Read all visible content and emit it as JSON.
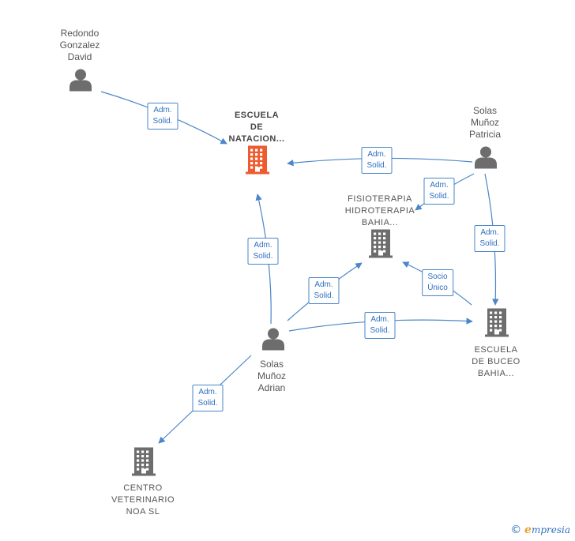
{
  "colors": {
    "edge": "#4a86c8",
    "person": "#6d6d6d",
    "company": "#6d6d6d",
    "main_company": "#ee5b2f",
    "brand": "#e8a32a"
  },
  "nodes": {
    "redondo": {
      "label": "Redondo\nGonzalez\nDavid",
      "type": "person"
    },
    "patricia": {
      "label": "Solas\nMuñoz\nPatricia",
      "type": "person"
    },
    "adrian": {
      "label": "Solas\nMuñoz\nAdrian",
      "type": "person"
    },
    "natacion": {
      "label": "ESCUELA\nDE\nNATACION...",
      "type": "company",
      "main": true
    },
    "fisioterapia": {
      "label": "FISIOTERAPIA\nHIDROTERAPIA\nBAHIA...",
      "type": "company"
    },
    "buceo": {
      "label": "ESCUELA\nDE BUCEO\nBAHIA...",
      "type": "company"
    },
    "veterinario": {
      "label": "CENTRO\nVETERINARIO\nNOA  SL",
      "type": "company"
    }
  },
  "edges": [
    {
      "from": "redondo",
      "to": "natacion",
      "label": "Adm.\nSolid."
    },
    {
      "from": "patricia",
      "to": "natacion",
      "label": "Adm.\nSolid."
    },
    {
      "from": "patricia",
      "to": "fisioterapia",
      "label": "Adm.\nSolid."
    },
    {
      "from": "patricia",
      "to": "buceo",
      "label": "Adm.\nSolid."
    },
    {
      "from": "adrian",
      "to": "natacion",
      "label": "Adm.\nSolid."
    },
    {
      "from": "adrian",
      "to": "fisioterapia",
      "label": "Adm.\nSolid."
    },
    {
      "from": "adrian",
      "to": "buceo",
      "label": "Adm.\nSolid."
    },
    {
      "from": "buceo",
      "to": "fisioterapia",
      "label": "Socio\nÚnico"
    },
    {
      "from": "adrian",
      "to": "veterinario",
      "label": "Adm.\nSolid."
    }
  ],
  "footer": {
    "copyright": "©",
    "brand_initial": "e",
    "brand_rest": "mpresia"
  }
}
